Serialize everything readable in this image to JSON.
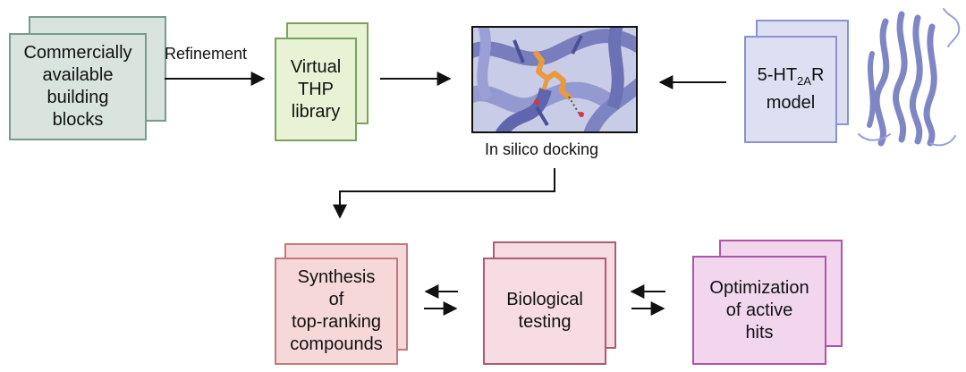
{
  "boxes": {
    "building_blocks": [
      "Commercially",
      "available",
      "building",
      "blocks"
    ],
    "library": [
      "Virtual",
      "THP",
      "library"
    ],
    "model": {
      "prefix": "5-HT",
      "sub": "2A",
      "suffix": "R",
      "line2": "model"
    },
    "synthesis": [
      "Synthesis",
      "of",
      "top-ranking",
      "compounds"
    ],
    "testing": [
      "Biological",
      "testing"
    ],
    "optimization": [
      "Optimization",
      "of active",
      "hits"
    ]
  },
  "labels": {
    "refinement": "Refinement",
    "docking": "In silico docking"
  },
  "colors": {
    "protein": "#7f86c4",
    "ligand": "#e89a3c"
  }
}
